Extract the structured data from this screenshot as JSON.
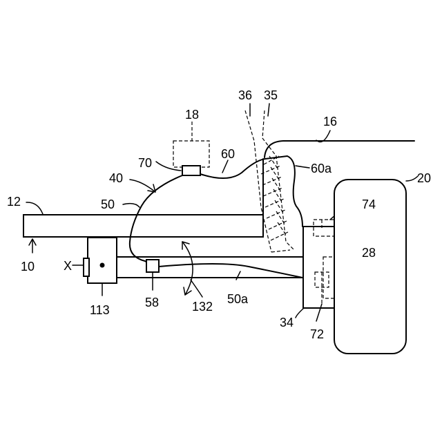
{
  "labels": {
    "n10": "10",
    "n12": "12",
    "n16": "16",
    "n18": "18",
    "n20": "20",
    "n28": "28",
    "n34": "34",
    "n35": "35",
    "n36": "36",
    "n40": "40",
    "n50": "50",
    "n50a": "50a",
    "n58": "58",
    "n60": "60",
    "n60a": "60a",
    "n70": "70",
    "n72": "72",
    "n74": "74",
    "n113": "113",
    "n132": "132",
    "axis_x": "X"
  }
}
